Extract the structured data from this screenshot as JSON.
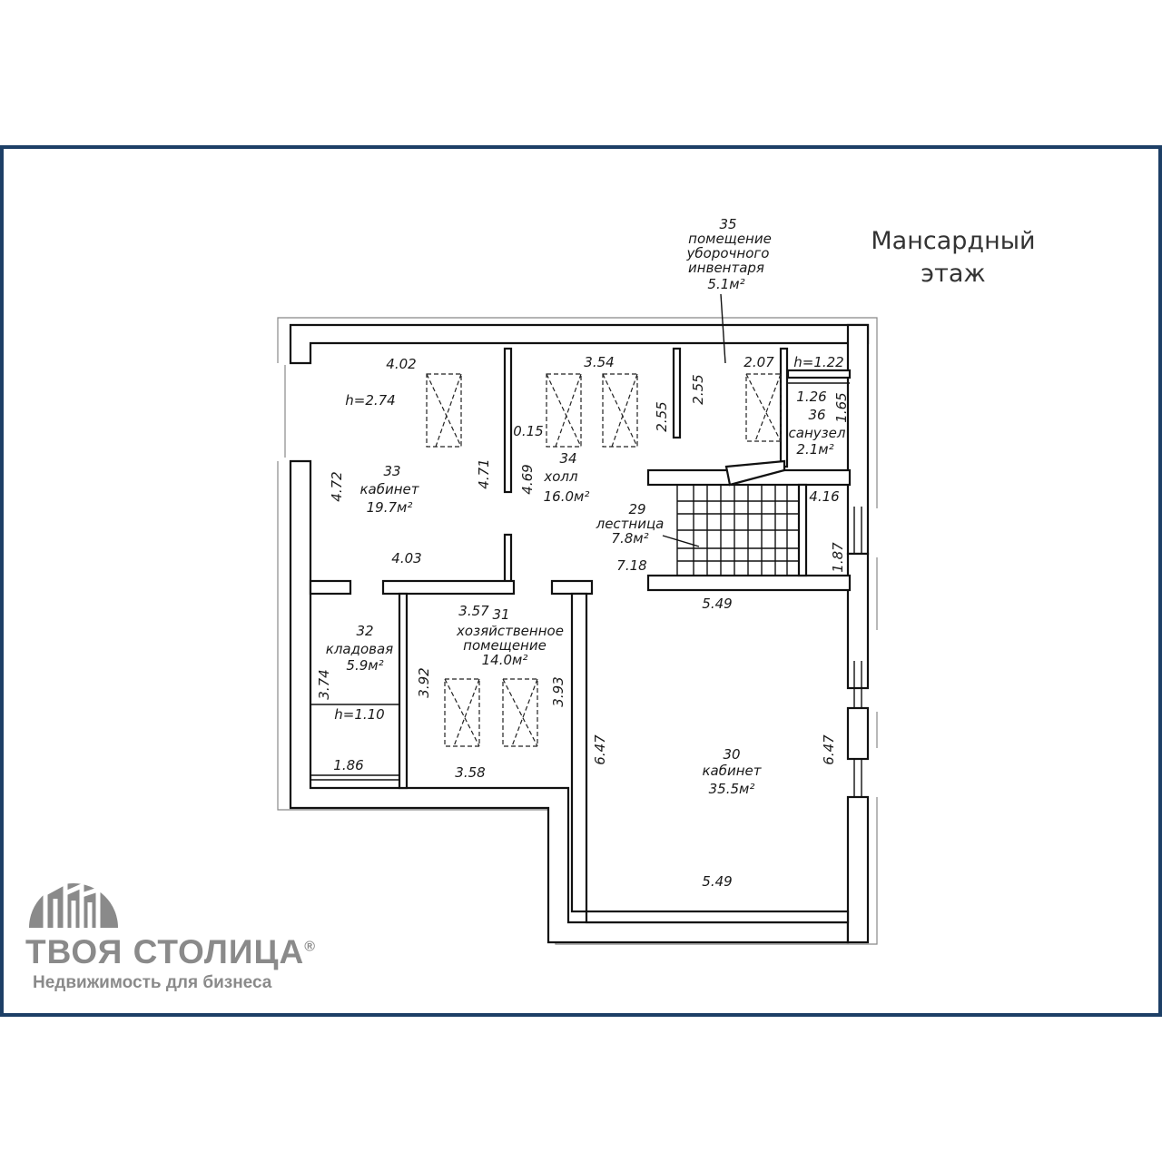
{
  "floor_title_line1": "Мансардный",
  "floor_title_line2": "этаж",
  "brand": {
    "name": "ТВОЯ СТОЛИЦА",
    "registered": "®",
    "tagline": "Недвижимость для бизнеса",
    "color": "#8a8a8a"
  },
  "frame_color": "#1d3f66",
  "rooms": [
    {
      "number": "29",
      "name": "лестница",
      "area": "7.8м²"
    },
    {
      "number": "30",
      "name": "кабинет",
      "area": "35.5м²"
    },
    {
      "number": "31",
      "name_line1": "хозяйственное",
      "name_line2": "помещение",
      "area": "14.0м²"
    },
    {
      "number": "32",
      "name": "кладовая",
      "area": "5.9м²"
    },
    {
      "number": "33",
      "name": "кабинет",
      "area": "19.7м²"
    },
    {
      "number": "34",
      "name": "холл",
      "area": "16.0м²"
    },
    {
      "number": "35",
      "name_line1": "помещение",
      "name_line2": "уборочного",
      "name_line3": "инвентаря",
      "area": "5.1м²"
    },
    {
      "number": "36",
      "name": "санузел",
      "area": "2.1м²"
    }
  ],
  "dimensions": {
    "d402": "4.02",
    "d354": "3.54",
    "d207": "2.07",
    "h122": "h=1.22",
    "h274": "h=2.74",
    "d015": "0.15",
    "d255a": "2.55",
    "d255b": "2.55",
    "d126": "1.26",
    "d165": "1.65",
    "d472": "4.72",
    "d471": "4.71",
    "d469": "4.69",
    "d416": "4.16",
    "d187": "1.87",
    "d403": "4.03",
    "d718": "7.18",
    "d549top": "5.49",
    "d357": "3.57",
    "d392": "3.92",
    "d393": "3.93",
    "d374": "3.74",
    "h110": "h=1.10",
    "d186": "1.86",
    "d358": "3.58",
    "d647l": "6.47",
    "d647r": "6.47",
    "d549bot": "5.49"
  }
}
